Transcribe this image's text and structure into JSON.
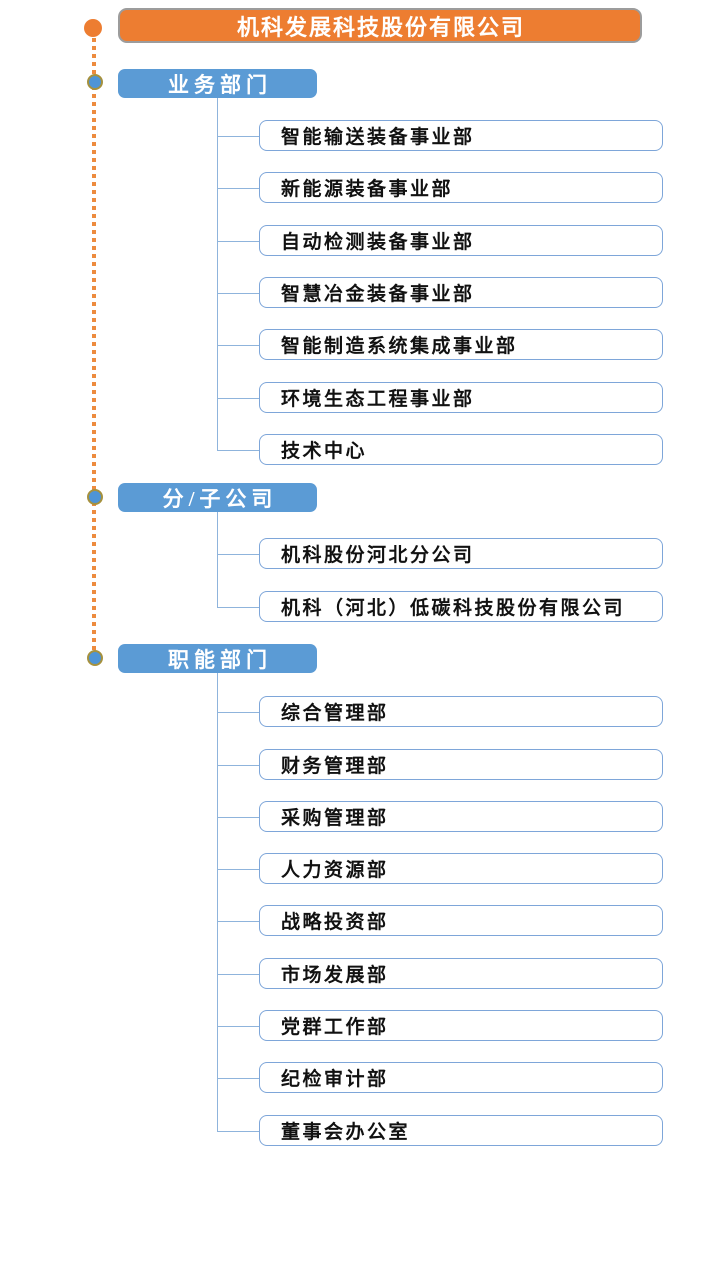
{
  "root": {
    "label": "机科发展科技股份有限公司"
  },
  "sections": [
    {
      "label": "业务部门",
      "items": [
        {
          "label": "智能输送装备事业部"
        },
        {
          "label": "新能源装备事业部"
        },
        {
          "label": "自动检测装备事业部"
        },
        {
          "label": "智慧冶金装备事业部"
        },
        {
          "label": "智能制造系统集成事业部"
        },
        {
          "label": "环境生态工程事业部"
        },
        {
          "label": "技术中心"
        }
      ]
    },
    {
      "label": "分/子公司",
      "items": [
        {
          "label": "机科股份河北分公司"
        },
        {
          "label": "机科（河北）低碳科技股份有限公司"
        }
      ]
    },
    {
      "label": "职能部门",
      "items": [
        {
          "label": "综合管理部"
        },
        {
          "label": "财务管理部"
        },
        {
          "label": "采购管理部"
        },
        {
          "label": "人力资源部"
        },
        {
          "label": "战略投资部"
        },
        {
          "label": "市场发展部"
        },
        {
          "label": "党群工作部"
        },
        {
          "label": "纪检审计部"
        },
        {
          "label": "董事会办公室"
        }
      ]
    }
  ],
  "icons": {
    "root_dot": "filled-circle",
    "section_dot": "ringed-circle",
    "spine": "dotted-vertical-line"
  },
  "colors": {
    "accent-orange": "#ED7D31",
    "root-border-gray": "#9C9C9C",
    "accent-blue": "#5B9BD5",
    "item-border-blue": "#7EA6D9",
    "connector-blue": "#8FB4DC",
    "dotted-orange": "#ED8B3E",
    "dot-ring-olive": "#A6913E",
    "dot-blue": "#4E94D6",
    "text-black": "#111111",
    "text-white": "#FFFFFF"
  }
}
